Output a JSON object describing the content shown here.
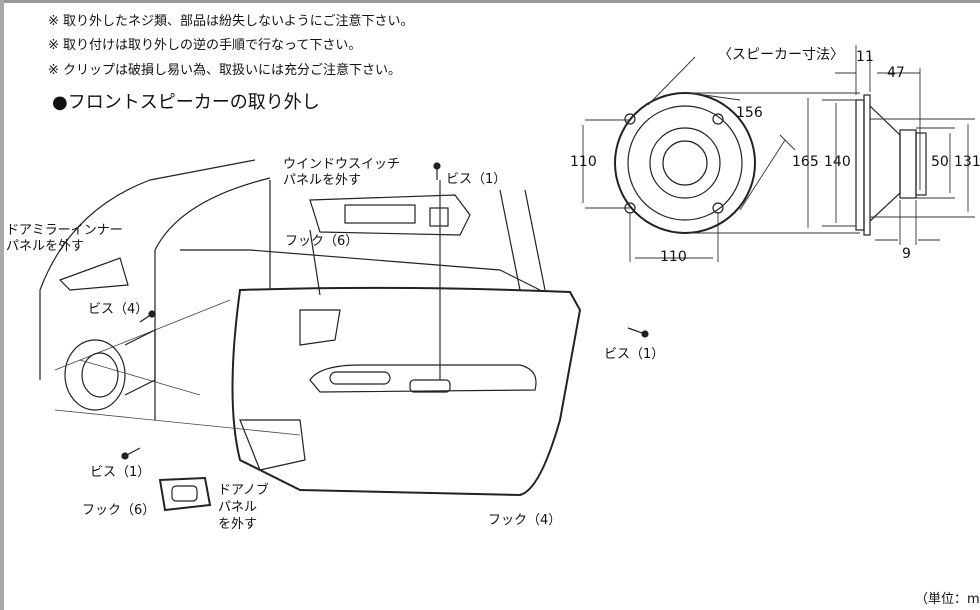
{
  "notes": [
    "※ 取り外したネジ類、部品は紛失しないようにご注意下さい。",
    "※ 取り付けは取り外しの逆の手順で行なって下さい。",
    "※ クリップは破損し易い為、取扱いには充分ご注意下さい。"
  ],
  "heading": "●フロントスピーカーの取り外し",
  "labels": {
    "window_switch_1": "ウインドウスイッチ",
    "window_switch_2": "パネルを外す",
    "screw_top": "ビス（1）",
    "hook_6_top": "フック（6）",
    "mirror_inner_1": "ドアミラーインナー",
    "mirror_inner_2": "パネルを外す",
    "screw_4": "ビス（4）",
    "screw_right": "ビス（1）",
    "screw_bottom": "ビス（1）",
    "hook_6_bottom": "フック（6）",
    "knob_panel_1": "ドアノブ",
    "knob_panel_2": "パネル",
    "knob_panel_3": "を外す",
    "hook_4": "フック（4）"
  },
  "speaker": {
    "title": "〈スピーカー寸法〉",
    "dims": {
      "d156": "156",
      "d110v": "110",
      "d110h": "110",
      "d165": "165",
      "d140": "140",
      "d11": "11",
      "d47": "47",
      "d50": "50",
      "d131": "131",
      "d9": "9"
    }
  },
  "unit": "（単位：m"
}
